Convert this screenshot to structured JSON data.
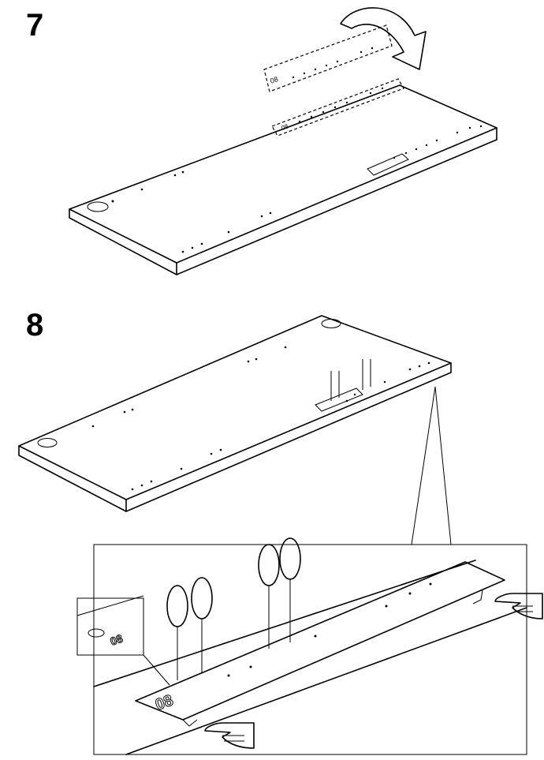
{
  "steps": [
    {
      "number": "7"
    },
    {
      "number": "8"
    }
  ],
  "strip_labels": [
    "08",
    "08"
  ],
  "icons": {
    "rotate_arrow": "curved-rotate-arrow-icon",
    "pointing_hand": "pointing-hand-icon",
    "awl_tool": "awl-icon"
  },
  "colors": {
    "line": "#000000",
    "background": "#ffffff"
  }
}
